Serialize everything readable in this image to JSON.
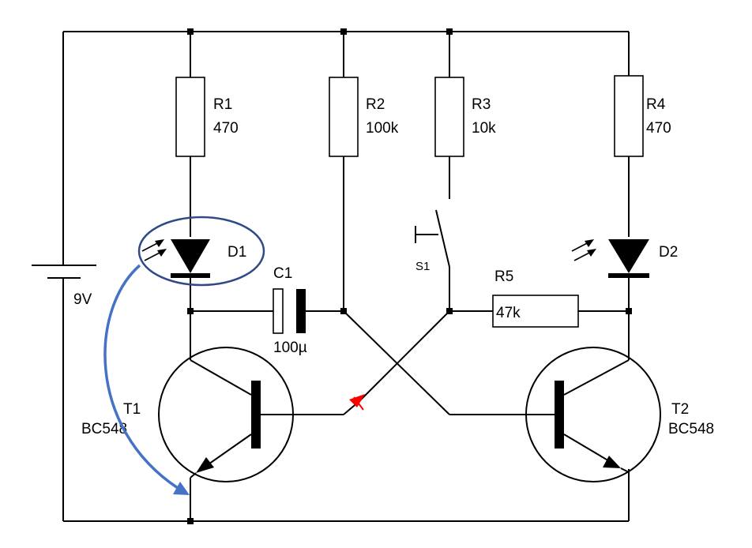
{
  "components": {
    "r1": {
      "ref": "R1",
      "value": "470"
    },
    "r2": {
      "ref": "R2",
      "value": "100k"
    },
    "r3": {
      "ref": "R3",
      "value": "10k"
    },
    "r4": {
      "ref": "R4",
      "value": "470"
    },
    "r5": {
      "ref": "R5",
      "value": "47k"
    },
    "c1": {
      "ref": "C1",
      "value": "100µ"
    },
    "d1": {
      "ref": "D1"
    },
    "d2": {
      "ref": "D2"
    },
    "s1": {
      "ref": "S1"
    },
    "t1": {
      "ref": "T1",
      "type": "BC548"
    },
    "t2": {
      "ref": "T2",
      "type": "BC548"
    },
    "battery": {
      "voltage": "9V"
    }
  },
  "annotations": {
    "highlight_color": "#2E4A87",
    "arrow_color": "#4472C4",
    "marker_color": "#FF0000"
  }
}
